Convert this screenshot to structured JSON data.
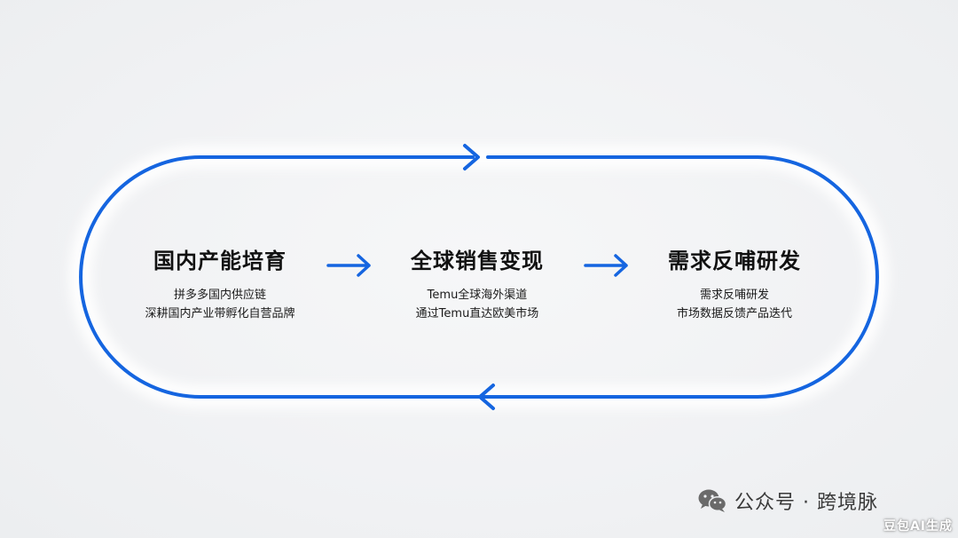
{
  "stages": [
    {
      "title": "国内产能培育",
      "lines": [
        "拼多多国内供应链",
        "深耕国内产业带孵化自营品牌"
      ]
    },
    {
      "title": "全球销售变现",
      "lines": [
        "Temu全球海外渠道",
        "通过Temu直达欧美市场"
      ]
    },
    {
      "title": "需求反哺研发",
      "lines": [
        "需求反哺研发",
        "市场数据反馈产品迭代"
      ]
    }
  ],
  "watermark": {
    "icon": "wechat-icon",
    "text": "公众号 · 跨境脉"
  },
  "corner_mark": "豆包AI生成",
  "colors": {
    "loop": "#1565e0",
    "text": "#111111"
  }
}
